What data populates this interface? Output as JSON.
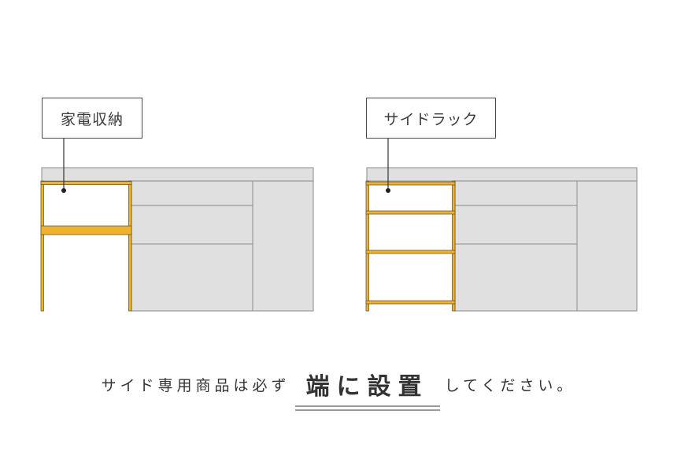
{
  "labels": {
    "left": "家電収納",
    "right": "サイドラック"
  },
  "caption": {
    "prefix": "サイド専用商品は必ず",
    "emphasis": "端に設置",
    "suffix": "してください。"
  },
  "colors": {
    "cabinet_fill": "#dfe0df",
    "cabinet_line": "#9b9b9b",
    "rack_fill": "#f0b12c",
    "rack_edge": "#6b5a2c",
    "text": "#333333"
  }
}
